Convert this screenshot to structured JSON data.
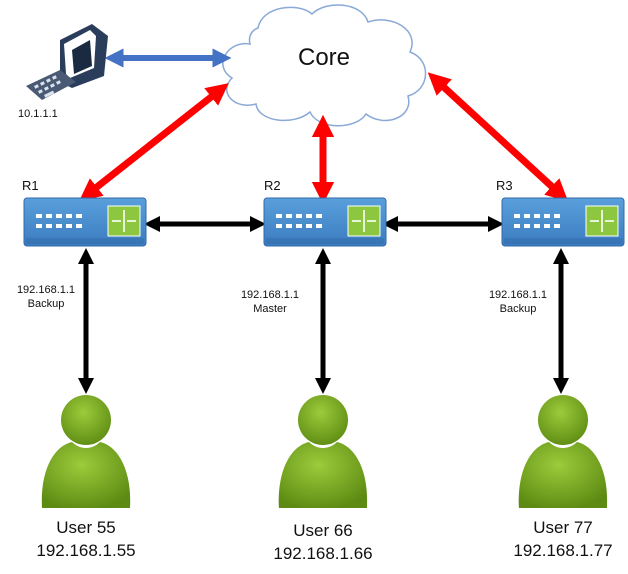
{
  "colors": {
    "red_link": "#ff0000",
    "blue_link": "#4472c4",
    "black_link": "#000000",
    "router_body": "#4a8fcf",
    "router_panel": "#8dc63f",
    "user_color": "#76a317",
    "cloud_stroke": "#8aa9d6"
  },
  "core": {
    "label": "Core",
    "icon": "cloud-icon"
  },
  "pc": {
    "ip": "10.1.1.1",
    "icon": "computer-icon"
  },
  "routers": [
    {
      "name": "R1",
      "vip": "192.168.1.1",
      "role": "Backup",
      "icon": "router-icon"
    },
    {
      "name": "R2",
      "vip": "192.168.1.1",
      "role": "Master",
      "icon": "router-icon"
    },
    {
      "name": "R3",
      "vip": "192.168.1.1",
      "role": "Backup",
      "icon": "router-icon"
    }
  ],
  "users": [
    {
      "name": "User 55",
      "ip": "192.168.1.55",
      "icon": "user-icon"
    },
    {
      "name": "User 66",
      "ip": "192.168.1.66",
      "icon": "user-icon"
    },
    {
      "name": "User 77",
      "ip": "192.168.1.77",
      "icon": "user-icon"
    }
  ]
}
